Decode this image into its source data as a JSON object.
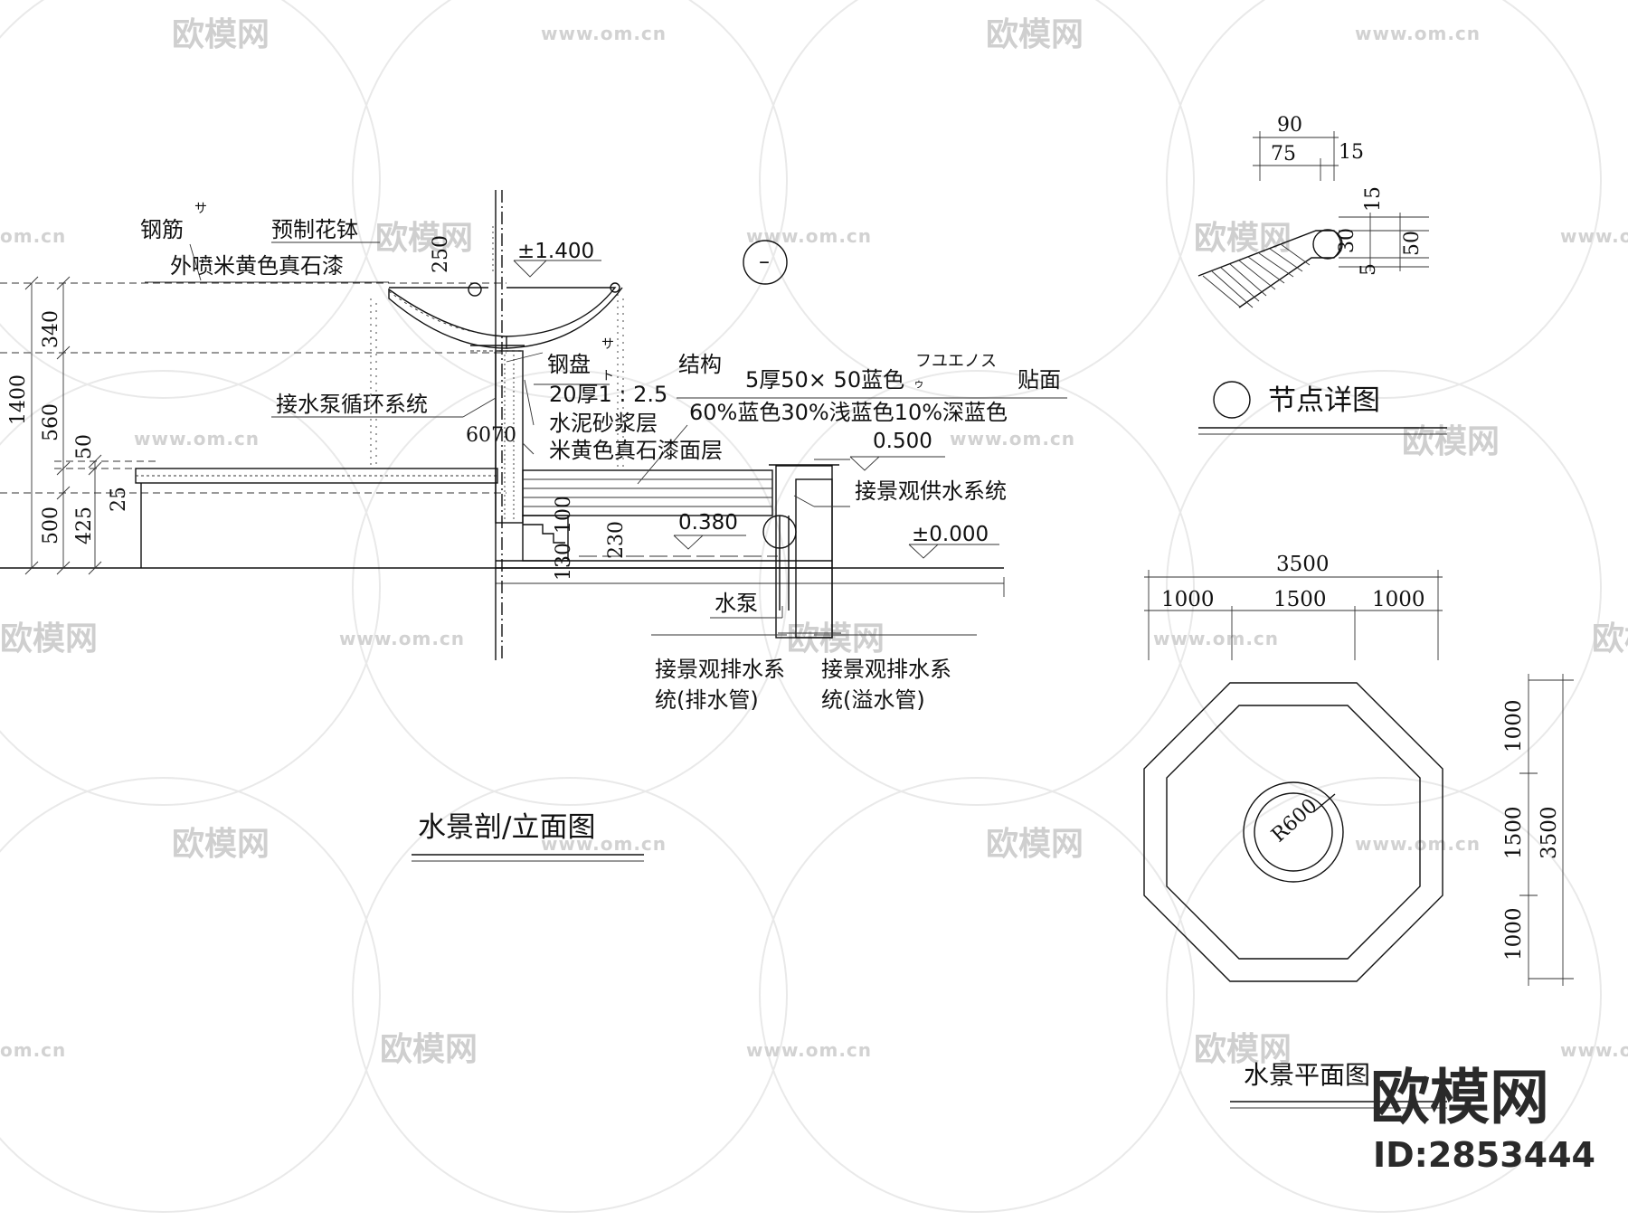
{
  "section": {
    "title": "水景剖/立面图",
    "labels": {
      "rebar": "钢筋",
      "precast_bowl": "预制花钵",
      "spray_paint": "外喷米黄色真石漆",
      "pump_circ": "接水泵循环系统",
      "steel_plate": "钢盘",
      "structure": "结构",
      "tile": "5厚50× 50蓝色",
      "tile_sup": "フユエノス",
      "tile_face": "贴面",
      "mortar1": "20厚1 : 2.5",
      "mortar2": "水泥砂浆层",
      "stone_paint": "米黄色真石漆面层",
      "color_mix": "60%蓝色30%浅蓝色10%深蓝色",
      "supply": "接景观供水系统",
      "pump": "水泵",
      "drain_a1": "接景观排水系",
      "drain_a2": "统(排水管)",
      "drain_b1": "接景观排水系",
      "drain_b2": "统(溢水管)",
      "sup_sa1": "サ",
      "sup_sa2": "サ",
      "sup_u": "ゥ",
      "sup_to": "ト",
      "sup_mark": "–"
    },
    "elevations": [
      "±1.400",
      "0.500",
      "0.380",
      "±0.000"
    ],
    "dims": {
      "d1400": "1400",
      "d340": "340",
      "d560": "560",
      "d50": "50",
      "d500": "500",
      "d425": "425",
      "d25": "25",
      "d250": "250",
      "d6070": "6070",
      "d100": "100",
      "d130": "130",
      "d230": "230"
    }
  },
  "detail": {
    "title": "节点详图",
    "dims": {
      "d90": "90",
      "d75": "75",
      "d15a": "15",
      "d15b": "15",
      "d30": "30",
      "d50": "50",
      "d5": "5"
    }
  },
  "plan": {
    "title": "水景平面图",
    "dims": {
      "top_total": "3500",
      "top_a": "1000",
      "top_b": "1500",
      "top_c": "1000",
      "right_total": "3500",
      "right_a": "1000",
      "right_b": "1500",
      "right_c": "1000",
      "radius": "R600"
    }
  },
  "watermark": {
    "brand": "欧模网",
    "url": "www.om.cn",
    "url_short": "om.cn",
    "id": "ID:2853444"
  }
}
